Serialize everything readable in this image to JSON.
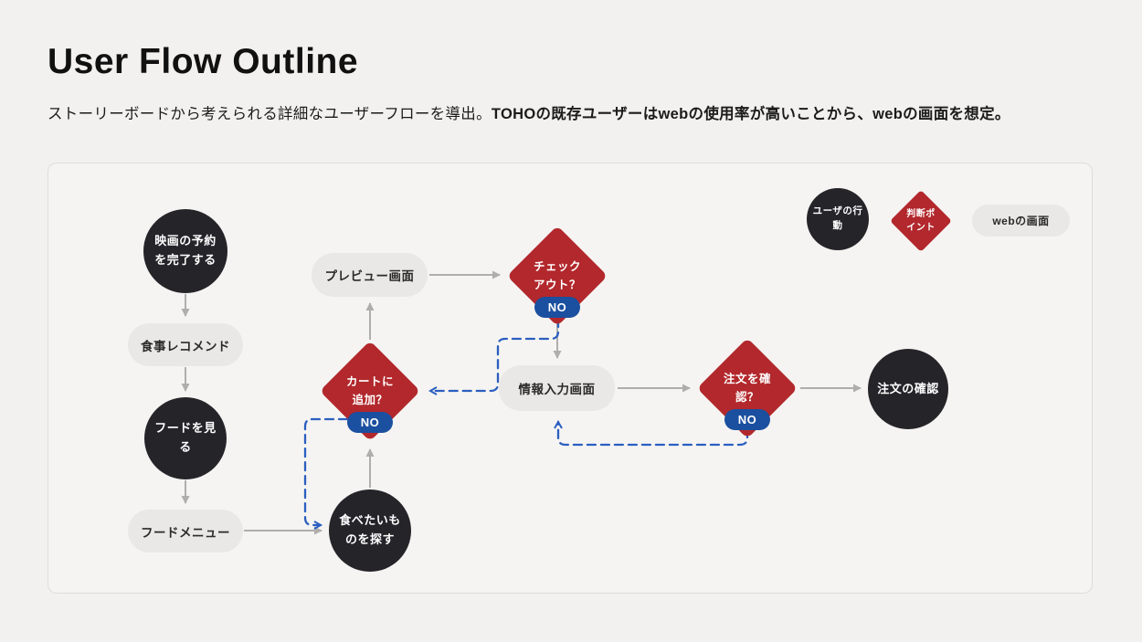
{
  "page": {
    "title": "User Flow Outline",
    "subtitle_normal": "ストーリーボードから考えられる詳細なユーザーフローを導出。",
    "subtitle_bold": "TOHOの既存ユーザーはwebの使用率が高いことから、webの画面を想定。"
  },
  "legend": {
    "user_action": "ユーザの行\n動",
    "decision_point": "判断ポ\nイント",
    "web_screen": "webの画面"
  },
  "flow": {
    "no_label": "NO",
    "nodes": {
      "movie_booking": "映画の予約\nを完了する",
      "meal_recommend": "食事レコメンド",
      "view_food": "フードを見\nる",
      "food_menu": "フードメニュー",
      "search_food": "食べたいも\nのを探す",
      "add_to_cart": "カートに\n追加？",
      "preview": "プレビュー画面",
      "checkout": "チェック\nアウト？",
      "info_input": "情報入力画面",
      "confirm_order": "注文を確\n認？",
      "order_done": "注文の確認"
    }
  },
  "colors": {
    "action_circle": "#252429",
    "decision_diamond": "#B2282C",
    "screen_pill": "#E9E8E6",
    "no_badge": "#1B4F9F",
    "flow_arrow": "#AFAEAD",
    "no_path": "#2B5EC0"
  }
}
